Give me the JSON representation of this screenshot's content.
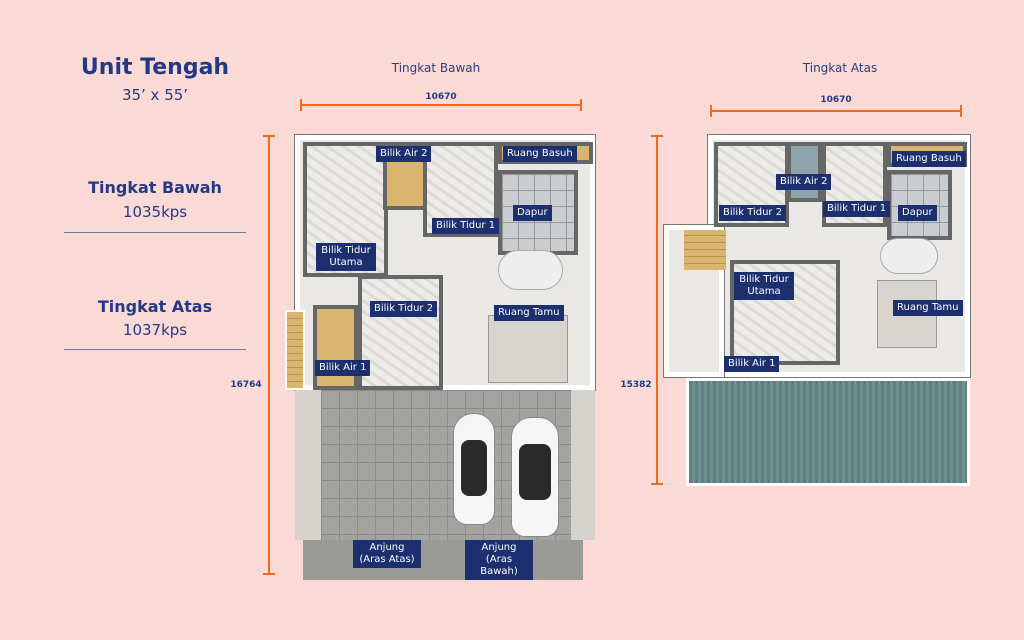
{
  "summary": {
    "title": "Unit Tengah",
    "size": "35’ x 55’",
    "floors": [
      {
        "name": "Tingkat Bawah",
        "area": "1035kps"
      },
      {
        "name": "Tingkat Atas",
        "area": "1037kps"
      }
    ]
  },
  "ground": {
    "title": "Tingkat Bawah",
    "width_dim": "10670",
    "depth_dim": "16764",
    "rooms": [
      "Bilik Air 2",
      "Ruang Basuh",
      "Bilik Tidur 1",
      "Dapur",
      "Bilik Tidur Utama",
      "Bilik Tidur 2",
      "Ruang Tamu",
      "Bilik Air 1",
      "Anjung (Aras Atas)",
      "Anjung (Aras Bawah)"
    ]
  },
  "upper": {
    "title": "Tingkat Atas",
    "width_dim": "10670",
    "depth_dim": "15382",
    "rooms": [
      "Ruang Basuh",
      "Bilik Air 2",
      "Bilik Tidur 2",
      "Bilik Tidur 1",
      "Dapur",
      "Bilik Tidur Utama",
      "Ruang Tamu",
      "Bilik Air 1"
    ]
  },
  "colors": {
    "background": "#fbd9d5",
    "navy": "#223a86",
    "dimension": "#f06a1e",
    "label_bg": "#1c2f6e"
  }
}
